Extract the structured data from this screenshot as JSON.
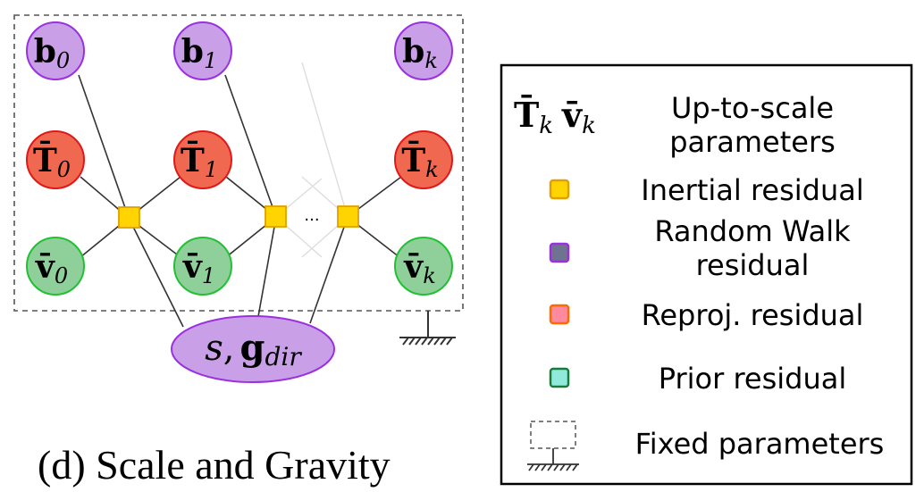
{
  "diagram": {
    "variables": {
      "b0": {
        "bold": "b",
        "sub": "0"
      },
      "b1": {
        "bold": "b",
        "sub": "1"
      },
      "bk": {
        "bold": "b",
        "sub": "k"
      },
      "T0": {
        "bold": "T̄",
        "sub": "0"
      },
      "T1": {
        "bold": "T̄",
        "sub": "1"
      },
      "Tk": {
        "bold": "T̄",
        "sub": "k"
      },
      "v0": {
        "bold": "v̄",
        "sub": "0"
      },
      "v1": {
        "bold": "v̄",
        "sub": "1"
      },
      "vk": {
        "bold": "v̄",
        "sub": "k"
      },
      "scale_gravity": {
        "s": "s",
        "comma": ",",
        "g": "g",
        "sub": "dir"
      }
    },
    "ellipsis": "...",
    "colors": {
      "bias_fill": "#c9a0e8",
      "bias_stroke": "#9b30e0",
      "pose_fill": "#f06850",
      "pose_stroke": "#e01818",
      "vel_fill": "#8fcf9a",
      "vel_stroke": "#22c033",
      "factor_fill": "#ffd400",
      "factor_stroke": "#e0a000"
    }
  },
  "legend": {
    "header_symbols": {
      "T_bold": "T̄",
      "T_sub": "k",
      "v_bold": "v̄",
      "v_sub": "k"
    },
    "items": [
      {
        "label_lines": [
          "Up-to-scale",
          "parameters"
        ],
        "icon": "symbols"
      },
      {
        "label_lines": [
          "Inertial residual"
        ],
        "icon": "yellow-square",
        "fill": "#ffd400",
        "stroke": "#e0a000"
      },
      {
        "label_lines": [
          "Random Walk",
          "residual"
        ],
        "icon": "purple-square",
        "fill": "#6f7390",
        "stroke": "#9b30e0"
      },
      {
        "label_lines": [
          "Reproj. residual"
        ],
        "icon": "pink-square",
        "fill": "#ff8aa0",
        "stroke": "#ff6a00"
      },
      {
        "label_lines": [
          "Prior residual"
        ],
        "icon": "teal-square",
        "fill": "#90eadc",
        "stroke": "#1a7a3a"
      },
      {
        "label_lines": [
          "Fixed parameters"
        ],
        "icon": "ground-icon"
      }
    ]
  },
  "caption": "(d) Scale and Gravity"
}
